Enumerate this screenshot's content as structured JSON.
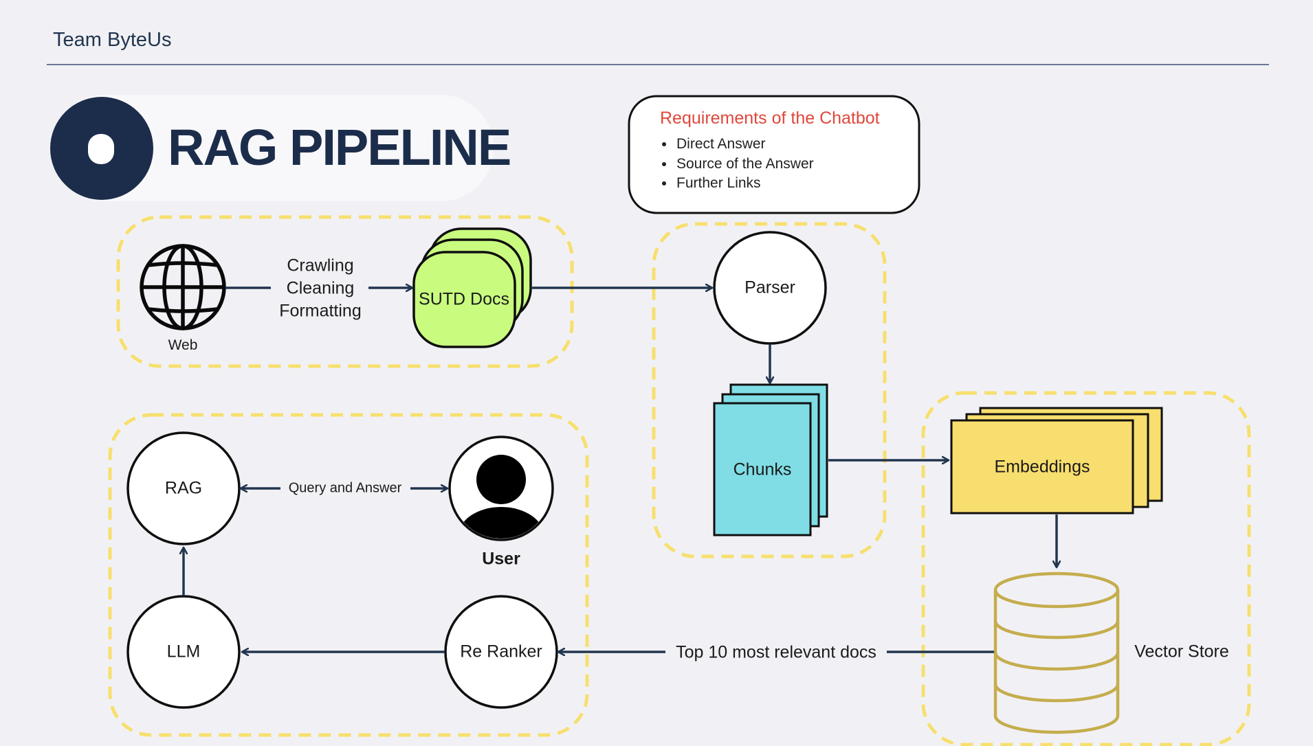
{
  "header": {
    "team": "Team ByteUs"
  },
  "title_badge": {
    "title": "RAG PIPELINE"
  },
  "requirements": {
    "title": "Requirements of the Chatbot",
    "items": [
      "Direct Answer",
      "Source of the Answer",
      "Further Links"
    ]
  },
  "nodes": {
    "web": "Web",
    "process": [
      "Crawling",
      "Cleaning",
      "Formatting"
    ],
    "docs": "SUTD Docs",
    "parser": "Parser",
    "chunks": "Chunks",
    "embeddings": "Embeddings",
    "vector_store": "Vector Store",
    "rag": "RAG",
    "user": "User",
    "llm": "LLM",
    "reranker": "Re Ranker"
  },
  "edges": {
    "query_answer": "Query and Answer",
    "top_docs": "Top 10 most relevant docs"
  },
  "colors": {
    "accent_navy": "#1b2d4a",
    "group_border": "#f7df6e",
    "docs_fill": "#c9fb7f",
    "chunks_fill": "#80dde5",
    "embeddings_fill": "#f8de6e",
    "db_stroke": "#c5ad4e",
    "req_title": "#e0473b"
  }
}
